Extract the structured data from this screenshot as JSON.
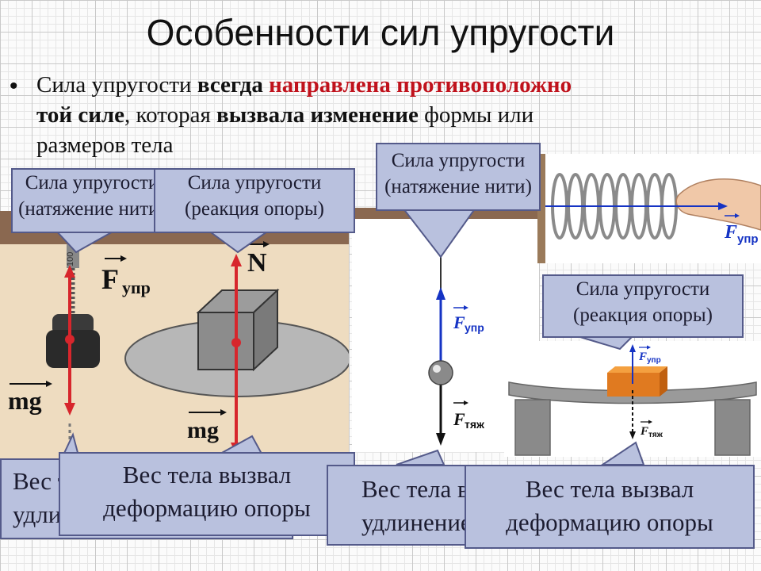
{
  "slide": {
    "title": "Особенности сил упругости",
    "bullet": "•",
    "text": {
      "p1": "Сила упругости ",
      "b1": "всегда",
      "sp1": " ",
      "r1": "направлена противоположно",
      "b2": "той силе",
      "p2": ", которая ",
      "b3": "вызвала изменение",
      "p3": " формы или",
      "p4": "размеров тела"
    }
  },
  "callouts": {
    "c1": {
      "line1": "Сила упругости",
      "line2": "(натяжение нити)"
    },
    "c2": {
      "line1": "Сила упругости",
      "line2": "(реакция опоры)"
    },
    "c3": {
      "line1": "Сила упругости",
      "line2": "(натяжение нити)"
    },
    "c4": {
      "line1": "Сила упругости",
      "line2": "(реакция опоры)"
    },
    "b1": {
      "line1": "Вес тела вызвал",
      "line2": "удлинение нити"
    },
    "b2": {
      "line1": "Вес тела вызвал",
      "line2": "деформацию опоры"
    },
    "b3": {
      "line1": "Вес тела вызвал",
      "line2": "удлинение нити"
    },
    "b4": {
      "line1": "Вес тела вызвал",
      "line2": "деформацию опоры"
    }
  },
  "figures": {
    "weight": {
      "spring_label": "F",
      "spring_sub": "упр",
      "gravity_label": "mg",
      "mass_label": "100"
    },
    "box": {
      "normal_label": "N",
      "gravity_label": "mg"
    },
    "ball": {
      "f_label": "F",
      "f_sub": "упр",
      "g_label": "F",
      "g_sub": "тяж"
    },
    "coil": {
      "label": "F",
      "sub": "упр"
    },
    "bridge": {
      "f_label": "F",
      "f_sub": "упр",
      "g_label": "F",
      "g_sub": "тяж"
    }
  },
  "colors": {
    "callout_fill": "#b9c1de",
    "callout_border": "#545a8a",
    "accent_red": "#c0121c",
    "arrow_red": "#d7262c",
    "arrow_blue": "#1533c4"
  }
}
